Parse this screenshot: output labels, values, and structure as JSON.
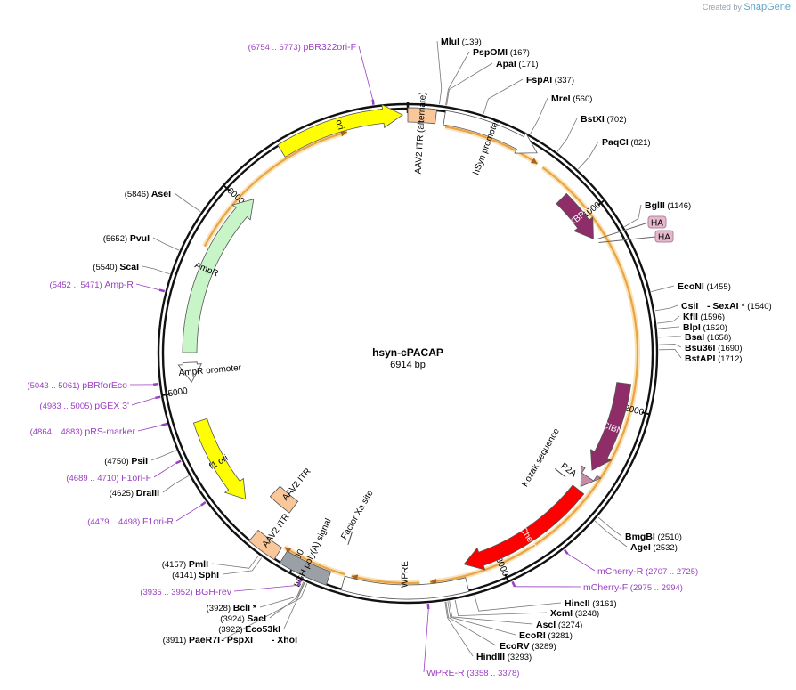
{
  "header": {
    "created_by": "Created by",
    "brand": "SnapGene"
  },
  "plasmid": {
    "name": "hsyn-cPACAP",
    "length": "6914 bp",
    "total_bp": 6914
  },
  "ticks": [
    {
      "bp": 1000,
      "label": "1000"
    },
    {
      "bp": 2000,
      "label": "2000"
    },
    {
      "bp": 3000,
      "label": "3000"
    },
    {
      "bp": 4000,
      "label": "4000"
    },
    {
      "bp": 5000,
      "label": "5000"
    },
    {
      "bp": 6000,
      "label": "6000"
    }
  ],
  "colors": {
    "backbone": "#111111",
    "enzyme_text": "#000000",
    "primer": "#9b3fc2",
    "orange_ring": "#e8a445",
    "ori": "#ffff00",
    "itr": "#f9c79a",
    "hsyn": "#ffffff",
    "fkbp": "#8e2d67",
    "ha": "#e6b8cc",
    "cibn": "#8e2d67",
    "p2a": "#c98aa8",
    "mcherry": "#ff0000",
    "wpre": "#ffffff",
    "bgh": "#9aa0a6",
    "f1ori": "#ffff00",
    "ampr": "#c8f5c8",
    "amp_promoter": "#ffffff"
  },
  "features": [
    {
      "name": "ori",
      "start": 6300,
      "end": 6890,
      "ring": 268,
      "color": "#ffff00",
      "type": "arrow",
      "dir": 1,
      "text_color": "#000000"
    },
    {
      "name": "AAV2 ITR (alternate)",
      "start": 0,
      "end": 130,
      "ring": 268,
      "color": "#f9c79a",
      "type": "box"
    },
    {
      "name": "hSyn promoter",
      "start": 170,
      "end": 630,
      "ring": 268,
      "color": "#ffffff",
      "type": "arrow",
      "dir": 1,
      "text_color": "#000000"
    },
    {
      "name": "FKBP-V",
      "start": 860,
      "end": 1120,
      "ring": 245,
      "color": "#8e2d67",
      "type": "arrow",
      "dir": 1,
      "text_color": "#ffffff"
    },
    {
      "name": "CIBN",
      "start": 1880,
      "end": 2350,
      "ring": 245,
      "color": "#8e2d67",
      "type": "arrow",
      "dir": 1,
      "text_color": "#ffffff"
    },
    {
      "name": "P2A",
      "start": 2390,
      "end": 2450,
      "ring": 245,
      "color": "#c98aa8",
      "type": "arrow",
      "dir": 1,
      "text_color": "#000000"
    },
    {
      "name": "mCherry",
      "start": 2470,
      "end": 3170,
      "ring": 245,
      "color": "#ff0000",
      "type": "arrow",
      "dir": 1,
      "text_color": "#ffffff"
    },
    {
      "name": "WPRE",
      "start": 3180,
      "end": 3760,
      "ring": 268,
      "color": "#ffffff",
      "type": "box"
    },
    {
      "name": "bGH poly(A) signal",
      "start": 3830,
      "end": 4060,
      "ring": 268,
      "color": "#9aa0a6",
      "type": "box"
    },
    {
      "name": "AAV2 ITR",
      "start": 4090,
      "end": 4230,
      "ring": 268,
      "color": "#f9c79a",
      "type": "box"
    },
    {
      "name": "AAV2 ITR",
      "start": 4160,
      "end": 4300,
      "ring": 215,
      "color": "#f9c79a",
      "type": "box"
    },
    {
      "name": "f1 ori",
      "start": 4380,
      "end": 4840,
      "ring": 245,
      "color": "#ffff00",
      "type": "arrow",
      "dir": -1,
      "text_color": "#000000"
    },
    {
      "name": "AmpR promoter",
      "start": 5040,
      "end": 5140,
      "ring": 245,
      "color": "#ffffff",
      "type": "arrow",
      "dir": -1,
      "text_color": "#000000"
    },
    {
      "name": "AmpR",
      "start": 5190,
      "end": 6050,
      "ring": 245,
      "color": "#c8f5c8",
      "type": "arrow",
      "dir": 1,
      "text_color": "#000000"
    }
  ],
  "ha_tags": [
    {
      "label": "HA",
      "bp": 1130
    },
    {
      "label": "HA",
      "bp": 1150
    }
  ],
  "inner_labels": [
    {
      "text": "Kozak sequence",
      "bp": 2460
    },
    {
      "text": "Factor Xa site",
      "bp": 3790
    }
  ],
  "orange_arcs": [
    {
      "start": 180,
      "end": 660
    },
    {
      "start": 690,
      "end": 3350
    },
    {
      "start": 3400,
      "end": 3730
    },
    {
      "start": 3760,
      "end": 4080
    },
    {
      "start": 5720,
      "end": 6620
    }
  ],
  "enzymes": [
    {
      "name": "MluI",
      "pos": "(139)"
    },
    {
      "name": "PspOMI",
      "pos": "(167)"
    },
    {
      "name": "ApaI",
      "pos": "(171)"
    },
    {
      "name": "FspAI",
      "pos": "(337)"
    },
    {
      "name": "MreI",
      "pos": "(560)"
    },
    {
      "name": "BstXI",
      "pos": "(702)"
    },
    {
      "name": "PaqCI",
      "pos": "(821)"
    },
    {
      "name": "BglII",
      "pos": "(1146)"
    },
    {
      "name": "EcoNI",
      "pos": "(1455)"
    },
    {
      "name": "CsiI",
      "pos": ""
    },
    {
      "name": "- SexAI *",
      "pos": "(1540)"
    },
    {
      "name": "KflI",
      "pos": "(1596)"
    },
    {
      "name": "BlpI",
      "pos": "(1620)"
    },
    {
      "name": "BsaI",
      "pos": "(1658)"
    },
    {
      "name": "Bsu36I",
      "pos": "(1690)"
    },
    {
      "name": "BstAPI",
      "pos": "(1712)"
    },
    {
      "name": "BmgBI",
      "pos": "(2510)"
    },
    {
      "name": "AgeI",
      "pos": "(2532)"
    },
    {
      "name": "HincII",
      "pos": "(3161)"
    },
    {
      "name": "XcmI",
      "pos": "(3248)"
    },
    {
      "name": "AscI",
      "pos": "(3274)"
    },
    {
      "name": "EcoRI",
      "pos": "(3281)"
    },
    {
      "name": "EcoRV",
      "pos": "(3289)"
    },
    {
      "name": "HindIII",
      "pos": "(3293)"
    },
    {
      "name": "AseI",
      "pos": "(5846)"
    },
    {
      "name": "PvuI",
      "pos": "(5652)"
    },
    {
      "name": "ScaI",
      "pos": "(5540)"
    },
    {
      "name": "PsiI",
      "pos": "(4750)"
    },
    {
      "name": "DraIII",
      "pos": "(4625)"
    },
    {
      "name": "PmlI",
      "pos": "(4157)"
    },
    {
      "name": "SphI",
      "pos": "(4141)"
    },
    {
      "name": "BclI *",
      "pos": "(3928)"
    },
    {
      "name": "SacI",
      "pos": "(3924)"
    },
    {
      "name": "Eco53kI",
      "pos": "(3922)"
    },
    {
      "name": "PaeR7I",
      "pos": "(3911)"
    },
    {
      "name": "- PspXI",
      "pos": ""
    },
    {
      "name": "- XhoI",
      "pos": ""
    }
  ],
  "primers": [
    {
      "name": "pBR322ori-F",
      "range": "(6754 .. 6773)"
    },
    {
      "name": "Amp-R",
      "range": "(5452 .. 5471)"
    },
    {
      "name": "pBRforEco",
      "range": "(5043 .. 5061)"
    },
    {
      "name": "pGEX 3'",
      "range": "(4983 .. 5005)"
    },
    {
      "name": "pRS-marker",
      "range": "(4864 .. 4883)"
    },
    {
      "name": "F1ori-F",
      "range": "(4689 .. 4710)"
    },
    {
      "name": "F1ori-R",
      "range": "(4479 .. 4498)"
    },
    {
      "name": "BGH-rev",
      "range": "(3935 .. 3952)"
    },
    {
      "name": "mCherry-R",
      "range": "(2707 .. 2725)"
    },
    {
      "name": "mCherry-F",
      "range": "(2975 .. 2994)"
    },
    {
      "name": "WPRE-R",
      "range": "(3358 .. 3378)"
    }
  ]
}
